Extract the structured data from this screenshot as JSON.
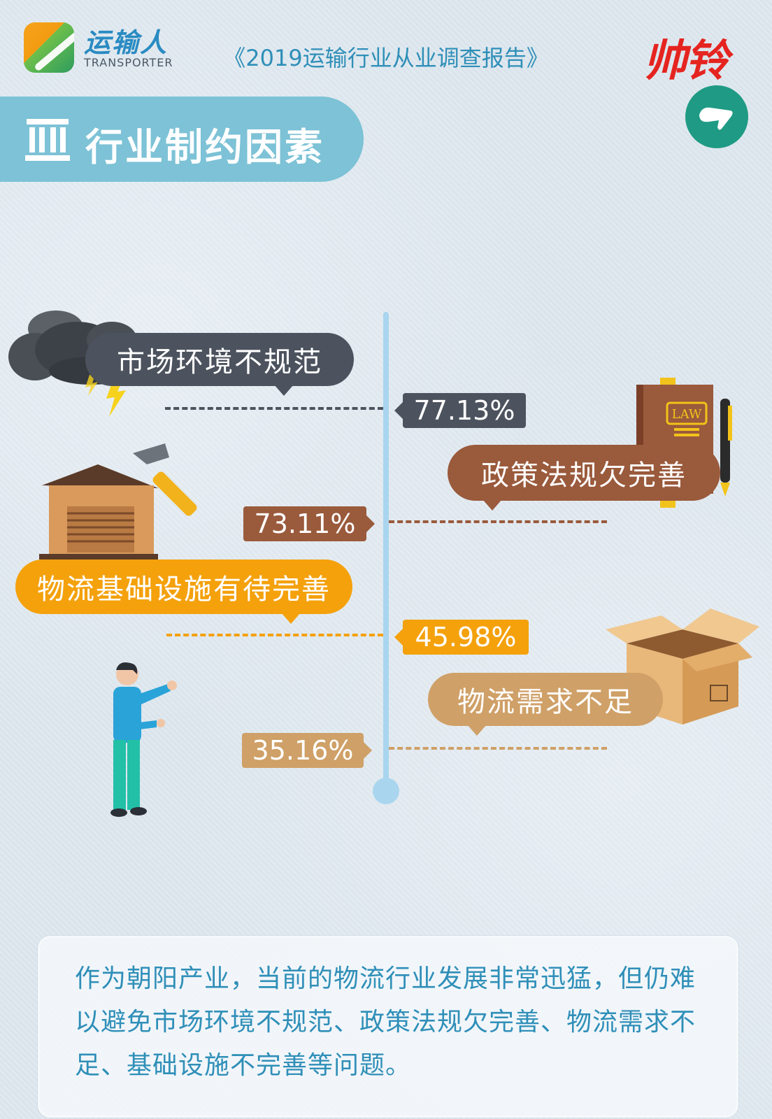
{
  "header": {
    "logo_name": "运输人",
    "logo_subtitle": "TRANSPORTER",
    "report_title": "《2019运输行业从业调查报告》",
    "brand": "帅铃"
  },
  "section": {
    "title": "行业制约因素",
    "icon": "building-columns-icon"
  },
  "factors": [
    {
      "label": "市场环境不规范",
      "percent": "77.13%",
      "value": 77.13,
      "color": "#4c535e",
      "icon": "storm-cloud-icon"
    },
    {
      "label": "政策法规欠完善",
      "percent": "73.11%",
      "value": 73.11,
      "color": "#9a5a3c",
      "icon": "law-book-icon"
    },
    {
      "label": "物流基础设施有待完善",
      "percent": "45.98%",
      "value": 45.98,
      "color": "#f4a10c",
      "icon": "warehouse-icon"
    },
    {
      "label": "物流需求不足",
      "percent": "35.16%",
      "value": 35.16,
      "color": "#cfa067",
      "icon": "box-icon"
    }
  ],
  "illustrations": {
    "law_book_text": "LAW"
  },
  "summary": {
    "text": "作为朝阳产业，当前的物流行业发展非常迅猛，但仍难以避免市场环境不规范、政策法规欠完善、物流需求不足、基础设施不完善等问题。"
  }
}
